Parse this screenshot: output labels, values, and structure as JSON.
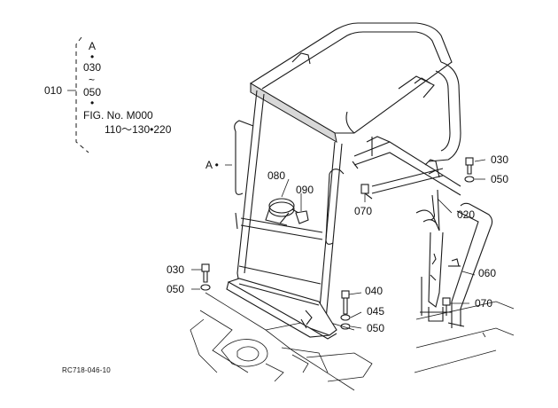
{
  "diagram": {
    "group_label": {
      "code": "010",
      "lines": [
        "A",
        "•",
        "030",
        "~",
        "050",
        "•",
        "FIG. No. M000",
        "110～130•220"
      ]
    },
    "parts": {
      "p080": "080",
      "p090": "090",
      "p070a": "070",
      "p020": "020",
      "p030a": "030",
      "p050a": "050",
      "p060": "060",
      "p070b": "070",
      "p030b": "030",
      "p050b": "050",
      "p040": "040",
      "p045": "045",
      "p050c": "050"
    },
    "ref_point": "A •",
    "figure_code": "RC718-046-10"
  }
}
